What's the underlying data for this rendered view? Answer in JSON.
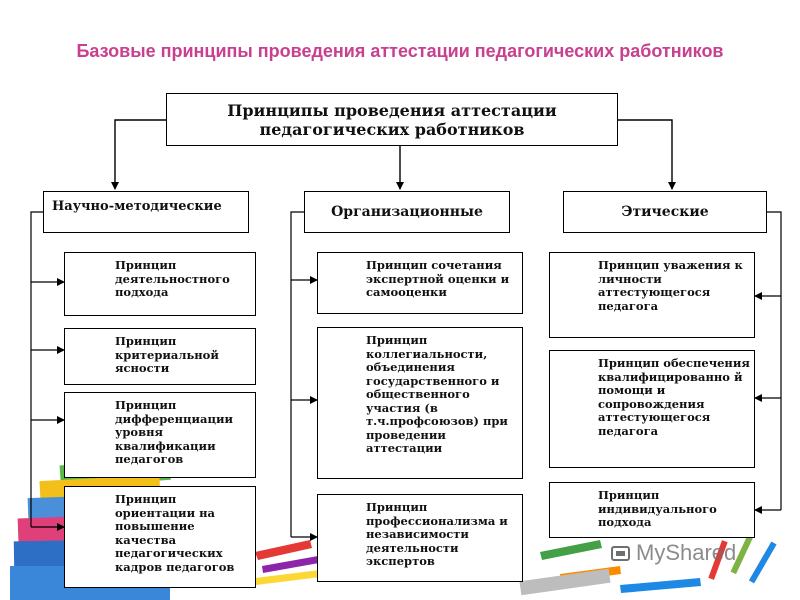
{
  "slide": {
    "title": "Базовые принципы проведения аттестации педагогических работников"
  },
  "root": {
    "label": "Принципы проведения аттестации педагогических работников"
  },
  "categories": {
    "left": "Научно-методические",
    "middle": "Организационные",
    "right": "Этические"
  },
  "principles": {
    "left": [
      "Принцип деятельностного подхода",
      "Принцип критериальной ясности",
      "Принцип дифференциации уровня квалификации педагогов",
      "Принцип ориентации на повышение качества педагогических кадров педагогов"
    ],
    "middle": [
      "Принцип сочетания экспертной оценки и самооценки",
      "Принцип коллегиальности, объединения государственного и общественного участия (в т.ч.профсоюзов) при проведении аттестации",
      "Принцип профессионализма и независимости деятельности экспертов"
    ],
    "right": [
      "Принцип уважения к личности аттестующегося педагога",
      "Принцип обеспечения квалифицированно й помощи и сопровождения аттестующегося педагога",
      "Принцип индивидуального подхода"
    ]
  },
  "watermark": "MyShared",
  "colors": {
    "title": "#c8408f",
    "border": "#000000"
  }
}
